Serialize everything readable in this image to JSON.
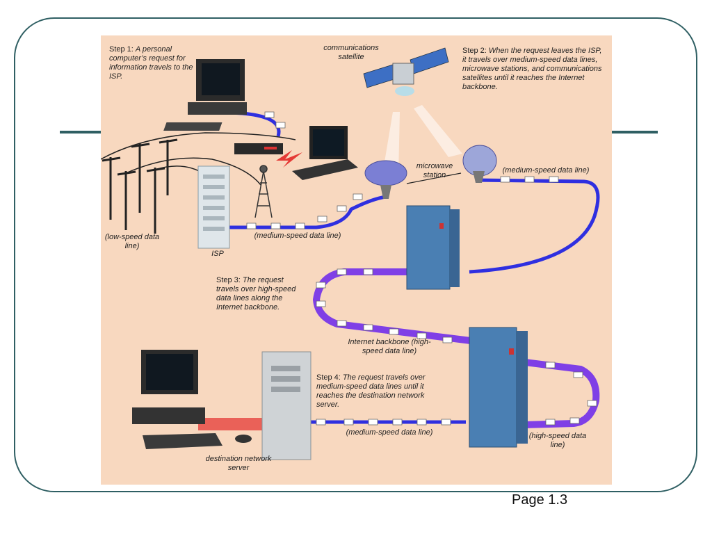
{
  "page": {
    "number_label": "Page 1.3"
  },
  "steps": {
    "step1": {
      "lead": "Step 1: ",
      "text": "A personal computer’s request for information travels to the ISP."
    },
    "step2": {
      "lead": "Step 2: ",
      "text": "When the request leaves the ISP, it travels over medium-speed data lines, microwave stations, and communications satellites until it reaches the Internet backbone."
    },
    "step3": {
      "lead": "Step 3: ",
      "text": "The request travels over high-speed data lines along the Internet backbone."
    },
    "step4": {
      "lead": "Step 4: ",
      "text": "The request travels over medium-speed data lines until it reaches the destination network server."
    }
  },
  "labels": {
    "communications_satellite": "communications satellite",
    "microwave_station": "microwave station",
    "medium_speed_top_right": "(medium-speed data line)",
    "low_speed": "(low-speed data line)",
    "isp": "ISP",
    "medium_speed_mid": "(medium-speed data line)",
    "internet_backbone": "Internet backbone (high-speed data line)",
    "high_speed_right": "(high-speed data line)",
    "medium_speed_bottom": "(medium-speed data line)",
    "destination_server": "destination network server"
  },
  "colors": {
    "slide_border": "#2f5f63",
    "panel_bg": "#f8d8bf",
    "medium_line": "#2f2fe0",
    "high_line": "#7f3fe6",
    "red_beam": "#e53935"
  },
  "icons": {
    "pc": "desktop-computer-icon",
    "laptop": "laptop-icon",
    "modem": "modem-icon",
    "tower": "radio-tower-icon",
    "isp": "server-rack-icon",
    "satellite": "satellite-icon",
    "dish": "microwave-dish-icon",
    "mainframe": "mainframe-icon",
    "dest_server": "tower-server-icon"
  }
}
